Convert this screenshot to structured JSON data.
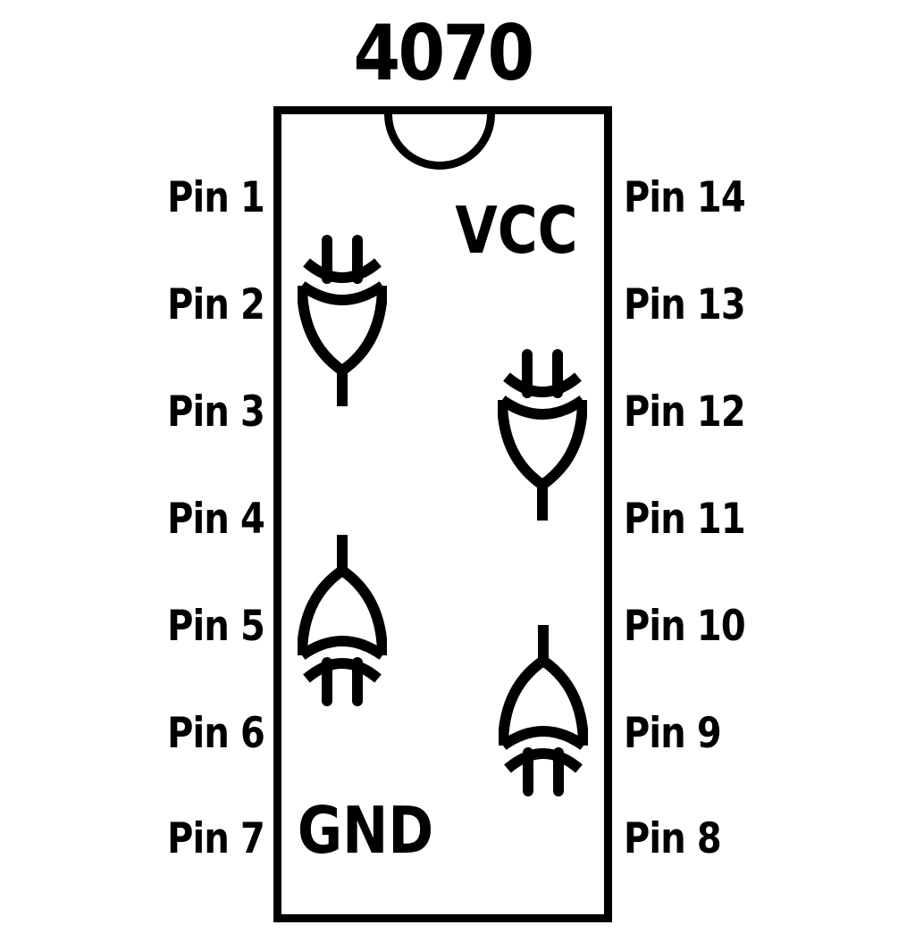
{
  "title": "4070",
  "colors": {
    "ink": "#000000",
    "background": "#ffffff"
  },
  "chip": {
    "package": "DIP-14 outline with top notch",
    "left_pins": [
      "Pin 1",
      "Pin 2",
      "Pin 3",
      "Pin 4",
      "Pin 5",
      "Pin 6",
      "Pin 7"
    ],
    "right_pins": [
      "Pin 14",
      "Pin 13",
      "Pin 12",
      "Pin 11",
      "Pin 10",
      "Pin 9",
      "Pin 8"
    ],
    "vcc_label": "VCC",
    "gnd_label": "GND",
    "gates": [
      {
        "name": "xor-gate-1",
        "orientation": "down",
        "position": "upper-left"
      },
      {
        "name": "xor-gate-2",
        "orientation": "down",
        "position": "middle-right"
      },
      {
        "name": "xor-gate-3",
        "orientation": "up",
        "position": "lower-left"
      },
      {
        "name": "xor-gate-4",
        "orientation": "up",
        "position": "lower-right"
      }
    ]
  }
}
